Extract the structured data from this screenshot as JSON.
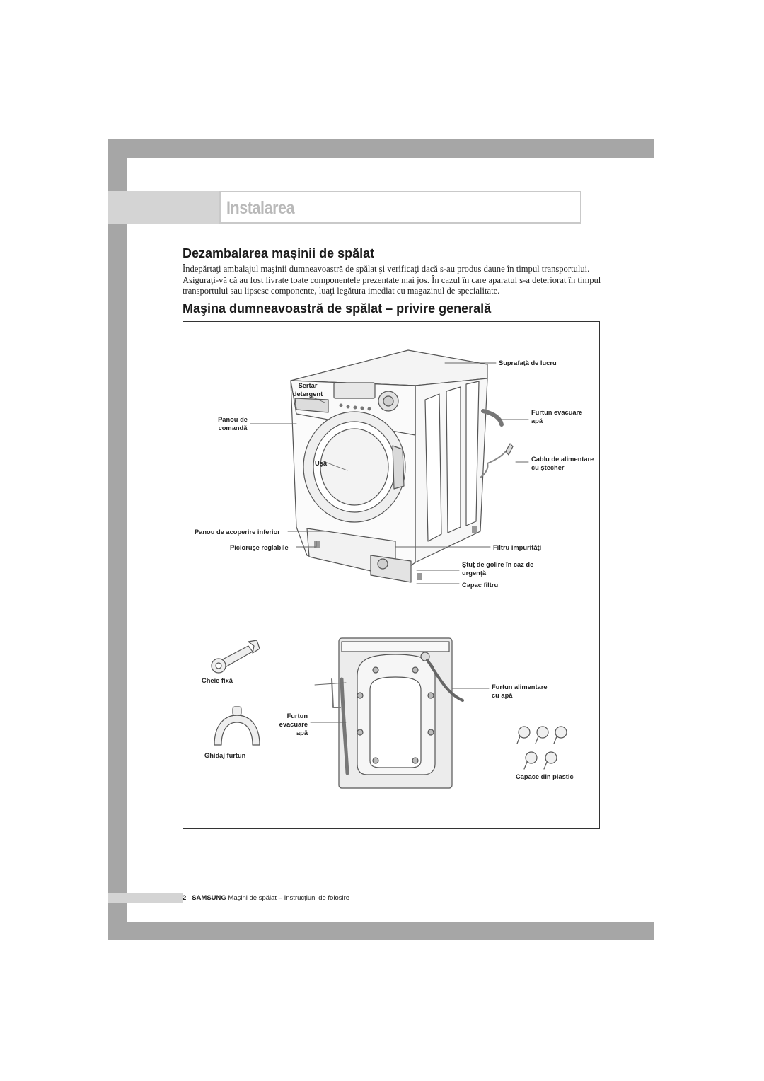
{
  "section": {
    "title": "Instalarea"
  },
  "unpacking": {
    "heading": "Dezambalarea maşinii de spălat",
    "body": "Îndepărtaţi ambalajul maşinii dumneavoastră de spălat şi verificaţi dacă s-au produs daune în timpul transportului. Asiguraţi-vă că au fost livrate toate componentele prezentate mai jos. În cazul în care aparatul s-a deteriorat în timpul transportului sau lipsesc componente, luaţi legătura imediat cu magazinul de specialitate."
  },
  "overview": {
    "heading": "Maşina dumneavoastră de spălat – privire generală",
    "labels": {
      "worktop": "Suprafaţă de lucru",
      "drawer_1": "Sertar",
      "drawer_2": "detergent",
      "control_1": "Panou de",
      "control_2": "comandă",
      "door": "Uşă",
      "drain_hose_1": "Furtun evacuare",
      "drain_hose_2": "apă",
      "power_cord_1": "Cablu de alimentare",
      "power_cord_2": "cu ştecher",
      "lower_panel": "Panou de acoperire inferior",
      "feet": "Picioruşe reglabile",
      "filter": "Filtru impurităţi",
      "emergency_1": "Ştuţ de golire în caz de",
      "emergency_2": "urgenţă",
      "filter_cap": "Capac filtru",
      "spanner": "Cheie fixă",
      "back_drain_1": "Furtun",
      "back_drain_2": "evacuare",
      "back_drain_3": "apă",
      "supply_hose_1": "Furtun alimentare",
      "supply_hose_2": "cu apă",
      "hose_guide": "Ghidaj furtun",
      "plastic_caps": "Capace din plastic"
    }
  },
  "footer": {
    "page": "2",
    "brand": "SAMSUNG",
    "text": "Maşini de spălat – Instrucţiuni de folosire"
  }
}
